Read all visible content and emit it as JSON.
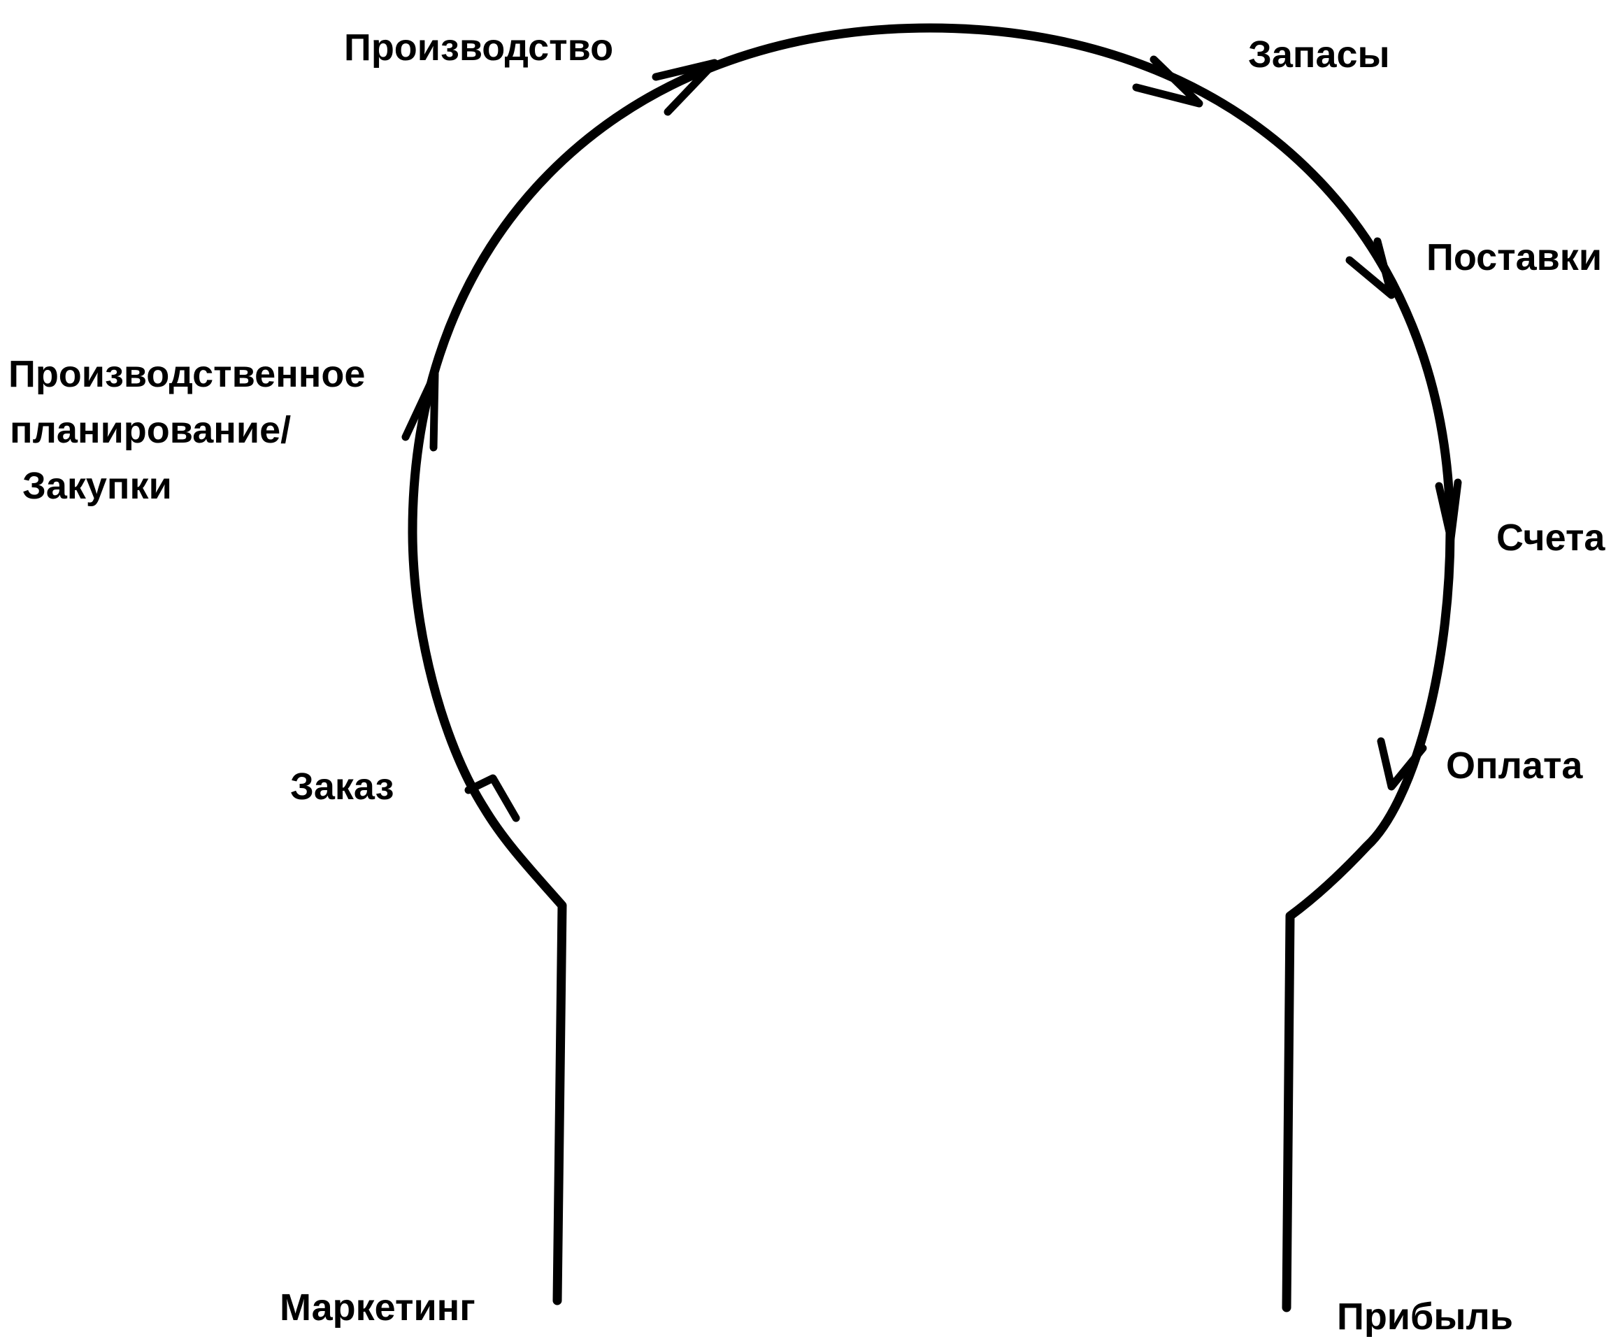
{
  "diagram": {
    "type": "cycle-flow",
    "stroke_color": "#000000",
    "background": "#ffffff",
    "labels": {
      "marketing": "Маркетинг",
      "order": "Заказ",
      "planning_line1": "Производственное",
      "planning_line2": "планирование/",
      "planning_line3": "Закупки",
      "production": "Производство",
      "inventory": "Запасы",
      "deliveries": "Поставки",
      "invoices": "Счета",
      "payment": "Оплата",
      "profit": "Прибыль"
    },
    "flow_order": [
      "Маркетинг",
      "Заказ",
      "Производственное планирование/ Закупки",
      "Производство",
      "Запасы",
      "Поставки",
      "Счета",
      "Оплата",
      "Прибыль"
    ]
  }
}
